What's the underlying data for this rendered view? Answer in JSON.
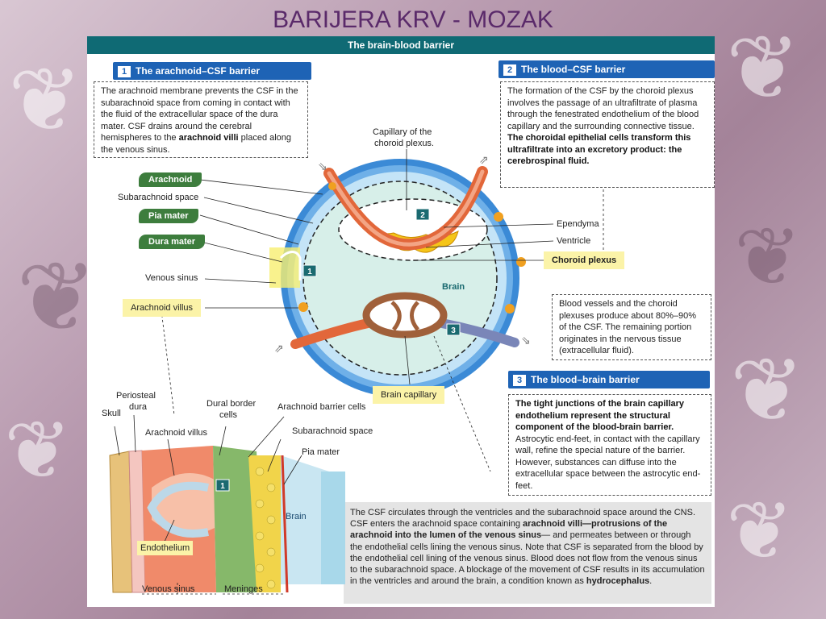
{
  "slide_title": "BARIJERA KRV - MOZAK",
  "panel_title": "The brain-blood barrier",
  "sections": {
    "s1": {
      "num": "1",
      "title": "The arachnoid–CSF barrier",
      "text_a": "The arachnoid membrane prevents the CSF in the subarachnoid space from coming in contact with the fluid of the extracellular space of the dura mater. CSF drains around the cerebral hemispheres to the ",
      "text_b": "arachnoid villi",
      "text_c": " placed along the venous sinus."
    },
    "s2": {
      "num": "2",
      "title": "The blood–CSF barrier",
      "text_a": "The formation of the CSF by the choroid plexus involves the passage of an ultrafiltrate of plasma through the fenestrated endothelium of the blood capillary and the surrounding connective tissue. ",
      "text_b": "The choroidal epithelial cells transform this ultrafiltrate into an excretory product: the cerebrospinal fluid."
    },
    "s3": {
      "num": "3",
      "title": "The blood–brain barrier",
      "text_a": "The tight junctions of the brain capillary endothelium represent the structural component of the blood-brain barrier.",
      "text_b": " Astrocytic end-feet, in contact with the capillary wall, refine the special nature of the barrier. However, substances can diffuse into the extracellular space between the astrocytic end-feet."
    }
  },
  "blood_vessels_note": "Blood vessels and the choroid plexuses produce about 80%–90% of the CSF. The remaining portion originates in the nervous tissue (extracellular fluid).",
  "bottom_note": {
    "a": "The CSF circulates through the ventricles and the subarachnoid space around the CNS.  CSF enters the arachnoid space containing ",
    "b": "arachnoid villi—protrusions of the arachnoid into the lumen of the venous sinus",
    "c": "— and permeates between or through the endothelial cells lining the venous sinus. Note that CSF is separated from the blood by the endothelial cell lining of the venous sinus. Blood does not flow from the venous sinus to the subarachnoid space. A blockage of the movement of CSF results in its accumulation in the ventricles and around the brain, a condition known as ",
    "d": "hydrocephalus",
    "e": "."
  },
  "labels": {
    "arachnoid": "Arachnoid",
    "subarachnoid_space": "Subarachnoid space",
    "pia_mater": "Pia mater",
    "dura_mater": "Dura mater",
    "venous_sinus": "Venous sinus",
    "arachnoid_villus": "Arachnoid villus",
    "capillary_choroid_1": "Capillary of the",
    "capillary_choroid_2": "choroid plexus.",
    "ependyma": "Ependyma",
    "ventricle": "Ventricle",
    "choroid_plexus": "Choroid plexus",
    "brain": "Brain",
    "brain_capillary": "Brain capillary",
    "badge_1": "1",
    "badge_2": "2",
    "badge_3": "3",
    "skull": "Skull",
    "periosteal_dura_1": "Periosteal",
    "periosteal_dura_2": "dura",
    "dural_border_cells_1": "Dural border",
    "dural_border_cells_2": "cells",
    "arachnoid_barrier_cells": "Arachnoid barrier cells",
    "detail_arachnoid_villus": "Arachnoid villus",
    "detail_subarachnoid_space": "Subarachnoid space",
    "detail_pia_mater": "Pia mater",
    "detail_brain": "Brain",
    "endothelium": "Endothelium",
    "detail_venous_sinus": "Venous sinus",
    "meninges": "Meninges"
  },
  "colors": {
    "panel_header": "#0f6a74",
    "section_header": "#1e63b5",
    "label_pill": "#3d7d3d",
    "yellow_box": "#fbf3a8",
    "outer_ring": "#3b8ad6",
    "brain_fill": "#d7efe9",
    "artery": "#e2673a",
    "vein": "#7a86b8"
  }
}
